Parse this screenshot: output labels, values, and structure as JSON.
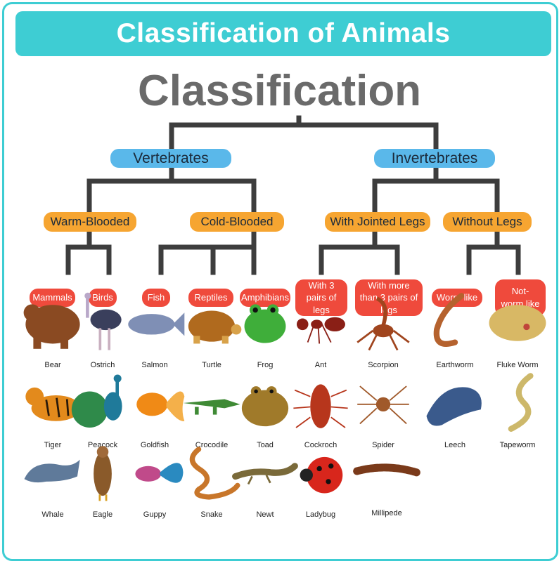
{
  "banner": "Classification of Animals",
  "root": "Classification",
  "groups": {
    "vertebrates": "Vertebrates",
    "invertebrates": "Invertebrates"
  },
  "subgroups": {
    "warm": "Warm-Blooded",
    "cold": "Cold-Blooded",
    "jointed": "With Jointed Legs",
    "nolegs": "Without Legs"
  },
  "classes": {
    "mammals": "Mammals",
    "birds": "Birds",
    "fish": "Fish",
    "reptiles": "Reptiles",
    "amphibians": "Amphibians",
    "three_pairs": "With 3 pairs of legs",
    "more_pairs": "With more than 3 pairs of legs",
    "worm_like": "Worm-like",
    "not_worm_like": "Not-worm like"
  },
  "animals": [
    {
      "name": "Bear",
      "icon": "bear-icon",
      "color": "#8a4a22"
    },
    {
      "name": "Ostrich",
      "icon": "ostrich-icon",
      "color": "#3a3f5c"
    },
    {
      "name": "Salmon",
      "icon": "salmon-icon",
      "color": "#7f8fb5"
    },
    {
      "name": "Turtle",
      "icon": "turtle-icon",
      "color": "#b06a1e"
    },
    {
      "name": "Frog",
      "icon": "frog-icon",
      "color": "#3fae3a"
    },
    {
      "name": "Ant",
      "icon": "ant-icon",
      "color": "#8a1f16"
    },
    {
      "name": "Scorpion",
      "icon": "scorpion-icon",
      "color": "#a0451e"
    },
    {
      "name": "Earthworm",
      "icon": "earthworm-icon",
      "color": "#b5622e"
    },
    {
      "name": "Fluke Worm",
      "icon": "fluke-worm-icon",
      "color": "#d8b865"
    },
    {
      "name": "Tiger",
      "icon": "tiger-icon",
      "color": "#e38a1c"
    },
    {
      "name": "Peacock",
      "icon": "peacock-icon",
      "color": "#1f7a9a"
    },
    {
      "name": "Goldfish",
      "icon": "goldfish-icon",
      "color": "#f08a16"
    },
    {
      "name": "Crocodile",
      "icon": "crocodile-icon",
      "color": "#3f8a35"
    },
    {
      "name": "Toad",
      "icon": "toad-icon",
      "color": "#a07a2a"
    },
    {
      "name": "Cockroch",
      "icon": "cockroach-icon",
      "color": "#b7361c"
    },
    {
      "name": "Spider",
      "icon": "spider-icon",
      "color": "#a0592a"
    },
    {
      "name": "Leech",
      "icon": "leech-icon",
      "color": "#3a5a8c"
    },
    {
      "name": "Tapeworm",
      "icon": "tapeworm-icon",
      "color": "#cdb86a"
    },
    {
      "name": "Whale",
      "icon": "whale-icon",
      "color": "#5f7a9a"
    },
    {
      "name": "Eagle",
      "icon": "eagle-icon",
      "color": "#8a5a2a"
    },
    {
      "name": "Guppy",
      "icon": "guppy-icon",
      "color": "#2a8ac0"
    },
    {
      "name": "Snake",
      "icon": "snake-icon",
      "color": "#c8762a"
    },
    {
      "name": "Newt",
      "icon": "newt-icon",
      "color": "#7a6a3a"
    },
    {
      "name": "Ladybug",
      "icon": "ladybug-icon",
      "color": "#d8261c"
    },
    {
      "name": "Millipede",
      "icon": "millipede-icon",
      "color": "#7a3a1a"
    }
  ],
  "colors": {
    "banner": "#3ecdd3",
    "connector": "#3d3d3d",
    "level1": "#5ab8ea",
    "level2": "#f6a531",
    "level3": "#ef4a3c"
  }
}
